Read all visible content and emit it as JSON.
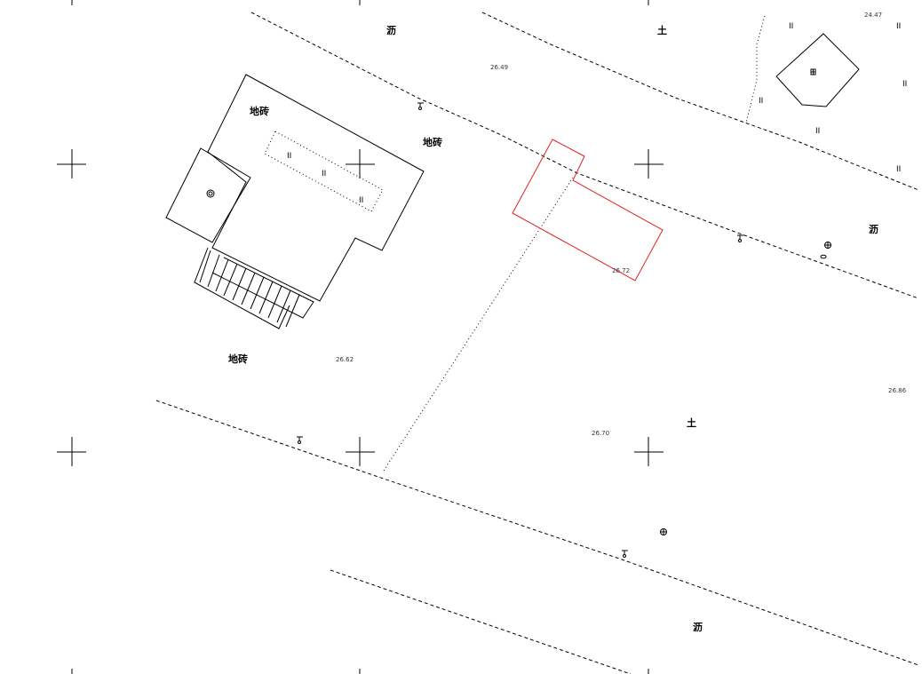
{
  "map": {
    "labels": {
      "asphalt_1": "沥",
      "asphalt_2": "沥",
      "asphalt_3": "沥",
      "soil_1": "土",
      "soil_2": "土",
      "tile_1": "地砖",
      "tile_2": "地砖",
      "tile_3": "地砖"
    },
    "elevations": {
      "e1": "26.49",
      "e2": "26.72",
      "e3": "26.70",
      "e4": "26.62",
      "e5": "26.86",
      "e6": "24.47"
    },
    "grass_symbol": "II",
    "highlight_color": "#e02020"
  }
}
